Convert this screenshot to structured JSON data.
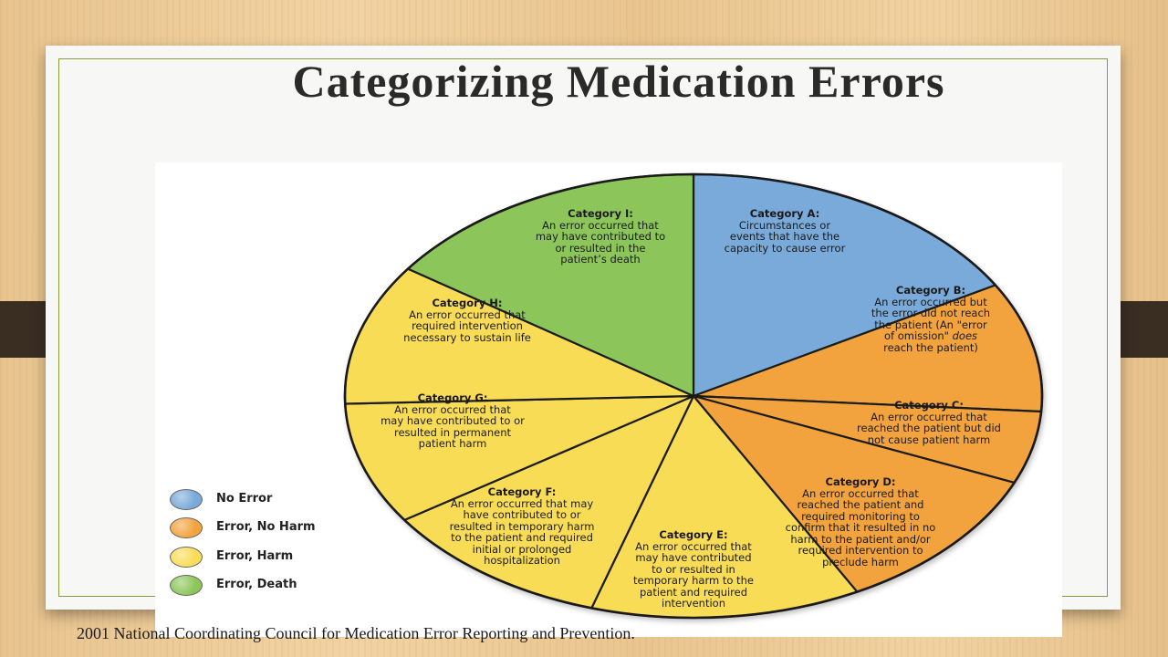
{
  "slide": {
    "title": "Categorizing Medication Errors",
    "citation": "2001 National Coordinating Council for Medication Error Reporting and Prevention."
  },
  "colors": {
    "no_error": "#7aaad9",
    "error_no_harm": "#f2a33d",
    "error_harm": "#f9dc57",
    "error_death": "#8cc65a"
  },
  "legend": [
    {
      "label": "No Error",
      "color": "#7aaad9"
    },
    {
      "label": "Error, No Harm",
      "color": "#f2a33d"
    },
    {
      "label": "Error, Harm",
      "color": "#f9dc57"
    },
    {
      "label": "Error, Death",
      "color": "#8cc65a"
    }
  ],
  "categories": [
    {
      "title": "Category A:",
      "lines": [
        "Circumstances or",
        "events that have the",
        "capacity to cause error"
      ],
      "group": "no_error"
    },
    {
      "title": "Category B:",
      "lines": [
        "An error occurred but",
        "the error did not reach",
        "the patient (An \"error",
        "of omission\" does",
        "reach the patient)"
      ],
      "group": "error_no_harm"
    },
    {
      "title": "Category C:",
      "lines": [
        "An error occurred that",
        "reached the patient but did",
        "not cause patient harm"
      ],
      "group": "error_no_harm"
    },
    {
      "title": "Category D:",
      "lines": [
        "An error occurred that",
        "reached the patient and",
        "required monitoring to",
        "confirm that it resulted in no",
        "harm to the patient and/or",
        "required intervention to",
        "preclude harm"
      ],
      "group": "error_no_harm"
    },
    {
      "title": "Category E:",
      "lines": [
        "An error occurred that",
        "may have contributed",
        "to or resulted in",
        "temporary harm to the",
        "patient and required",
        "intervention"
      ],
      "group": "error_harm"
    },
    {
      "title": "Category F:",
      "lines": [
        "An error occurred that may",
        "have contributed to or",
        "resulted in temporary harm",
        "to the patient and required",
        "initial or prolonged",
        "hospitalization"
      ],
      "group": "error_harm"
    },
    {
      "title": "Category G:",
      "lines": [
        "An error occurred that",
        "may have contributed to or",
        "resulted in permanent",
        "patient harm"
      ],
      "group": "error_harm"
    },
    {
      "title": "Category H:",
      "lines": [
        "An error occurred that",
        "required intervention",
        "necessary to sustain life"
      ],
      "group": "error_harm"
    },
    {
      "title": "Category I:",
      "lines": [
        "An error occurred that",
        "may have contributed to",
        "or resulted in the",
        "patient’s death"
      ],
      "group": "error_death"
    }
  ]
}
